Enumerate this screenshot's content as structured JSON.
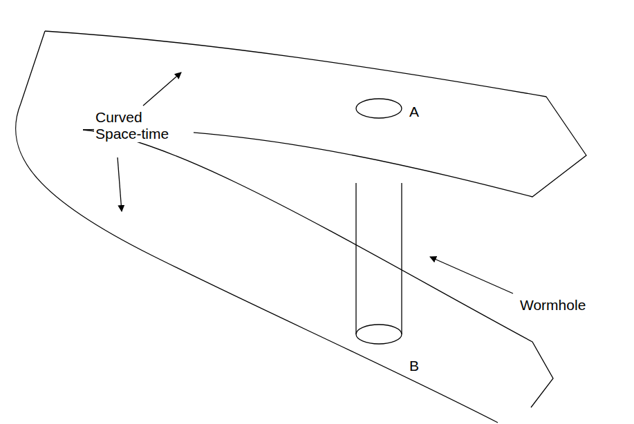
{
  "diagram": {
    "labels": [
      "Curved Space-time",
      "A",
      "B",
      "Wormhole"
    ]
  }
}
